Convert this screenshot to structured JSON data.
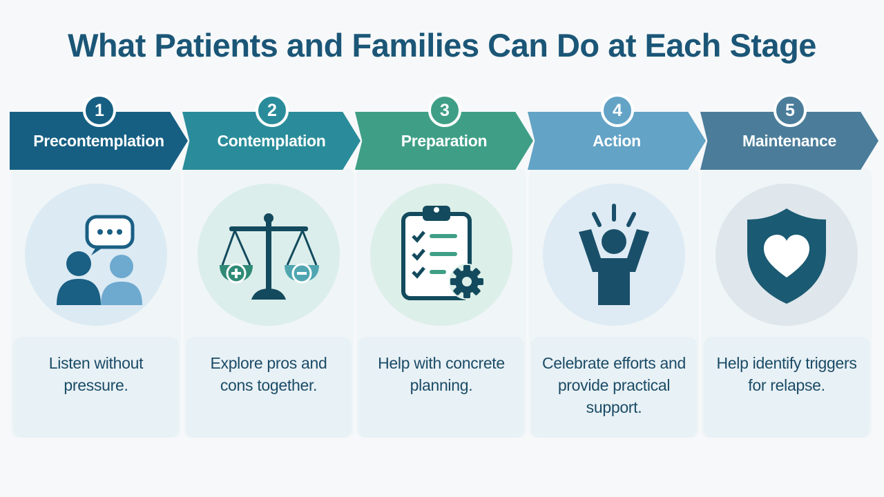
{
  "title": "What Patients and Families Can Do at Each Stage",
  "stages": [
    {
      "number": "1",
      "name": "Precontemplation",
      "tip": "Listen without pressure.",
      "icon": "conversation-icon",
      "color": "#165f83"
    },
    {
      "number": "2",
      "name": "Contemplation",
      "tip": "Explore pros and cons together.",
      "icon": "balance-scale-icon",
      "color": "#2a8c9a"
    },
    {
      "number": "3",
      "name": "Preparation",
      "tip": "Help with concrete planning.",
      "icon": "checklist-gear-icon",
      "color": "#3f9f86"
    },
    {
      "number": "4",
      "name": "Action",
      "tip": "Celebrate efforts and provide practical support.",
      "icon": "celebrating-person-icon",
      "color": "#63a3c6"
    },
    {
      "number": "5",
      "name": "Maintenance",
      "tip": "Help identify triggers for relapse.",
      "icon": "shield-heart-icon",
      "color": "#4b7d9a"
    }
  ]
}
